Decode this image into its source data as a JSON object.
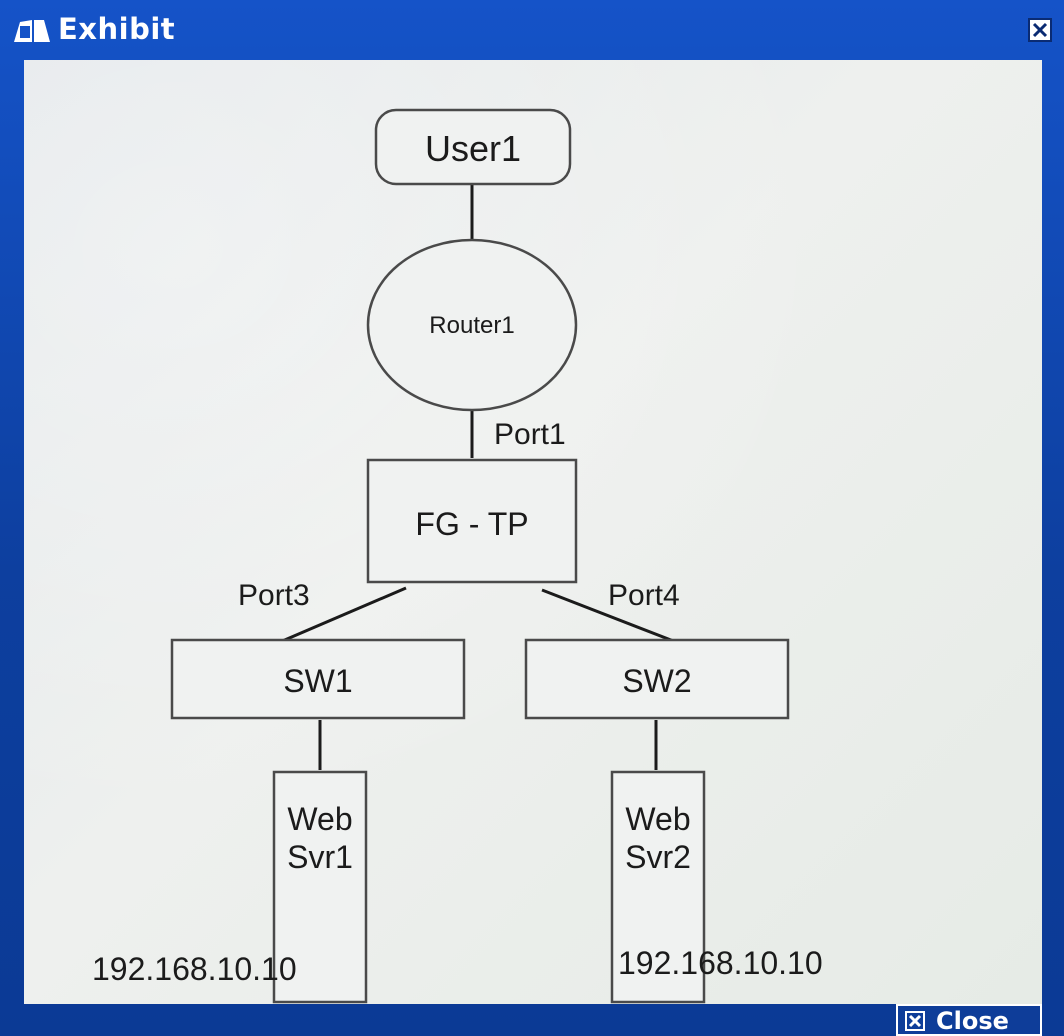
{
  "window": {
    "title": "Exhibit",
    "title_icon": "exhibit-icon",
    "close_icon": "close-x-icon"
  },
  "diagram": {
    "nodes": {
      "user1": "User1",
      "router1": "Router1",
      "fg_tp": "FG - TP",
      "sw1": "SW1",
      "sw2": "SW2",
      "websvr1_line1": "Web",
      "websvr1_line2": "Svr1",
      "websvr2_line1": "Web",
      "websvr2_line2": "Svr2"
    },
    "ports": {
      "port1": "Port1",
      "port3": "Port3",
      "port4": "Port4"
    },
    "ips": {
      "websvr1": "192.168.10.10",
      "websvr2": "192.168.10.10"
    }
  },
  "footer": {
    "close_label": "Close",
    "close_icon": "close-x-icon"
  },
  "colors": {
    "titlebar": "#1553c8",
    "canvas": "#e9ecea",
    "line": "#1b1b1b"
  }
}
